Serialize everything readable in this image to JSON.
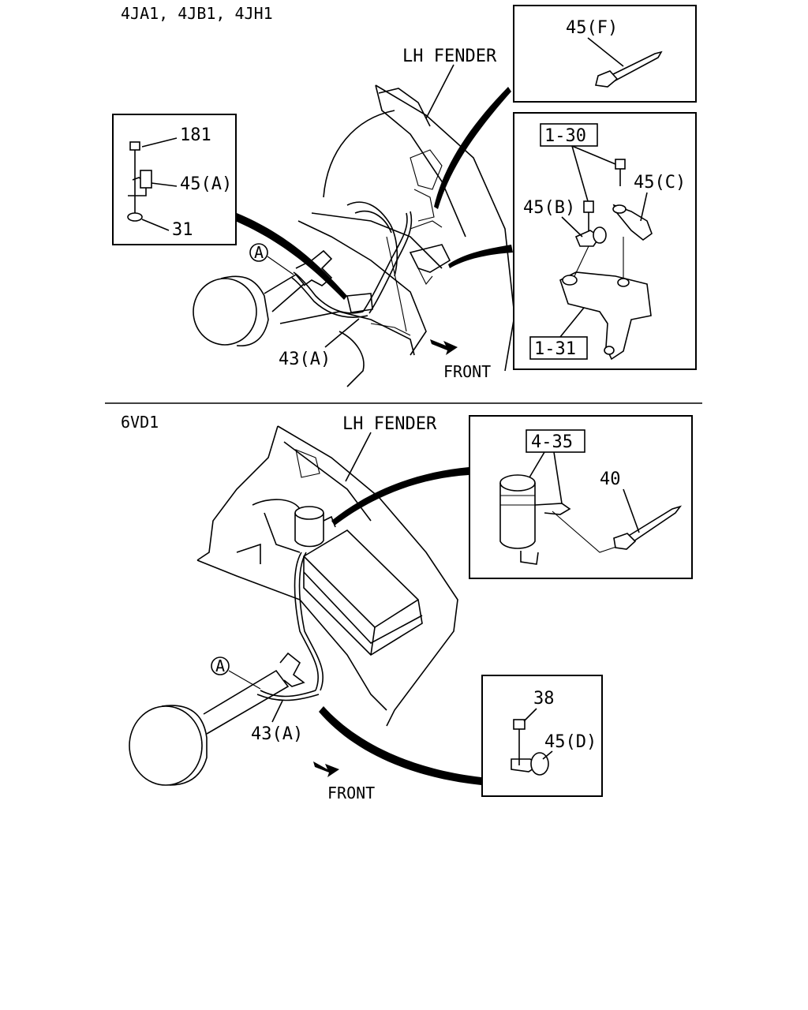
{
  "sections": [
    {
      "engine_label": "4JA1, 4JB1, 4JH1",
      "fender_label": "LH FENDER",
      "front_label": "FRONT",
      "callout_a": "A",
      "hose_label": "43(A)",
      "detail_left": {
        "bolt": "181",
        "clip": "45(A)",
        "nut": "31"
      },
      "detail_top_right": {
        "band": "45(F)"
      },
      "detail_right": {
        "ref_top": "1-30",
        "clip_b": "45(B)",
        "clip_c": "45(C)",
        "ref_bottom": "1-31"
      }
    },
    {
      "engine_label": "6VD1",
      "fender_label": "LH FENDER",
      "front_label": "FRONT",
      "callout_a": "A",
      "hose_label": "43(A)",
      "detail_top": {
        "ref": "4-35",
        "band": "40"
      },
      "detail_bottom": {
        "bolt": "38",
        "clip": "45(D)"
      }
    }
  ]
}
